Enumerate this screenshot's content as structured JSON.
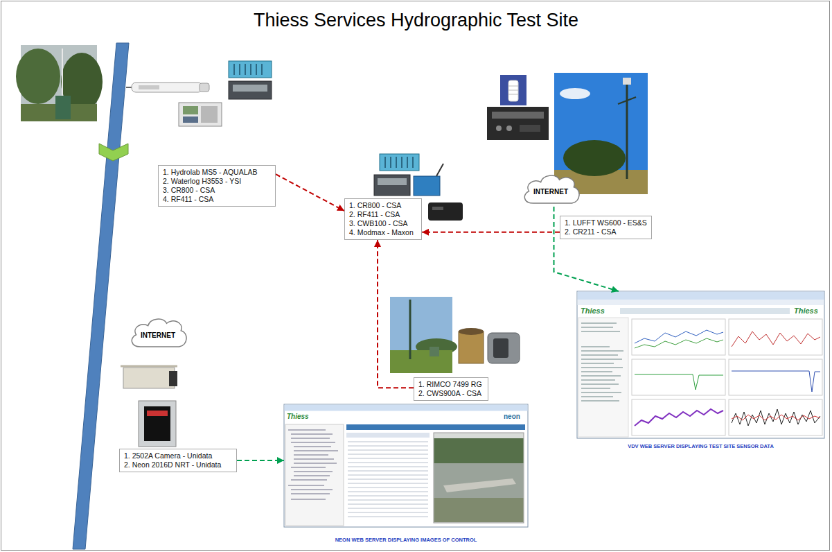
{
  "diagram": {
    "title": "Thiess Services Hydrographic Test Site",
    "nodes": [
      {
        "text": [
          "1. Hydrolab MS5 - AQUALAB",
          "2. Waterlog H3553 - YSI",
          "3. CR800 - CSA",
          "4. RF411 - CSA"
        ]
      },
      {
        "text": [
          "INTERNET"
        ]
      },
      {
        "text": [
          "1. CR800 - CSA",
          "2. RF411 - CSA",
          "3. CWB100 - CSA",
          "4. Modmax - Maxon"
        ]
      },
      {
        "text": [
          "1. LUFFT WS600 - ES&S",
          "2. CR211 - CSA"
        ]
      },
      {
        "text": [
          "1. RIMCO 7499 RG",
          "2. CWS900A - CSA"
        ]
      },
      {
        "text": [
          "VDV WEB SERVER DISPLAYING TEST SITE SENSOR DATA"
        ]
      },
      {
        "text": [
          "INTERNET"
        ]
      },
      {
        "text": [
          "1. 2502A Camera - Unidata",
          "2. Neon 2016D NRT - Unidata"
        ]
      },
      {
        "text": [
          "NEON WEB SERVER DISPLAYING IMAGES OF CONTROL"
        ]
      }
    ],
    "edges": [
      {
        "from": 0,
        "to": 2,
        "arrow": "to"
      },
      {
        "from": 3,
        "to": 2,
        "arrow": "to"
      },
      {
        "from": 4,
        "to": 2,
        "arrow": "to"
      },
      {
        "from": 1,
        "to": 5,
        "arrow": "to"
      },
      {
        "from": 7,
        "to": 8,
        "arrow": "to"
      }
    ],
    "labels": [
      "Thiess",
      "Thiess",
      "Thiess",
      "neon"
    ]
  }
}
